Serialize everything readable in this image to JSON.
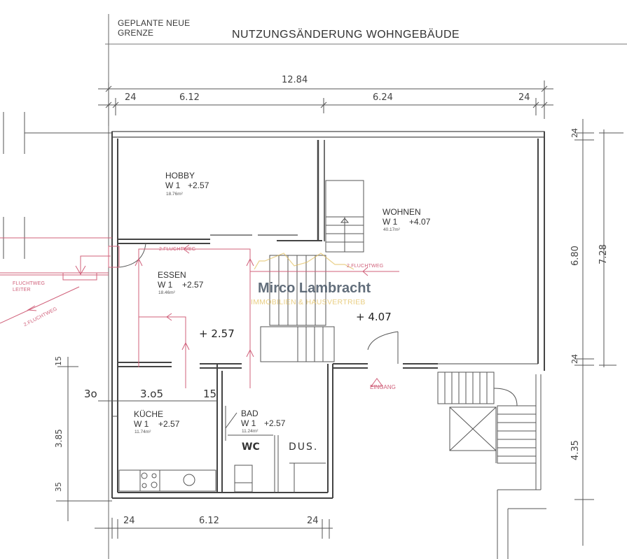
{
  "header": {
    "boundary_note_line1": "GEPLANTE NEUE",
    "boundary_note_line2": "GRENZE",
    "title": "NUTZUNGSÄNDERUNG WOHNGEBÄUDE"
  },
  "dimensions": {
    "top_total": "12.84",
    "top_segments": [
      "24",
      "6.12",
      "6.24",
      "24"
    ],
    "bottom_segments": [
      "24",
      "6.12",
      "24"
    ],
    "right_outer": "7.28",
    "right_inner": [
      "24",
      "6.80",
      "24"
    ],
    "right_lower": "4.35",
    "left_lower": [
      "15",
      "3.85",
      "35"
    ],
    "inner_horizontal": [
      "3o",
      "3.o5",
      "15"
    ]
  },
  "rooms": [
    {
      "name": "HOBBY",
      "unit": "W 1",
      "level": "+2.57",
      "area": "18.76m²"
    },
    {
      "name": "WOHNEN",
      "unit": "W 1",
      "level": "+4.07",
      "area": "40.17m²"
    },
    {
      "name": "ESSEN",
      "unit": "W 1",
      "level": "+2.57",
      "area": "18.46m²"
    },
    {
      "name": "KÜCHE",
      "unit": "W 1",
      "level": "+2.57",
      "area": "11.74m²"
    },
    {
      "name": "BAD",
      "unit": "W 1",
      "level": "+2.57",
      "area": "11.24m²"
    }
  ],
  "levels": {
    "essen_floor": "+ 2.57",
    "wohnen_floor": "+ 4.07"
  },
  "fixtures": {
    "wc": "WC",
    "shower": "DUS."
  },
  "escape_routes": {
    "ladder_label_line1": "FLUCHTWEG",
    "ladder_label_line2": "LEITER",
    "route_label_essen": "2.FLUCHTWEG",
    "route_label_stair": "2.FLUCHTWEG",
    "route_label_diagonal": "2.FLUCHTWEG",
    "entrance": "EINGANG",
    "color": "#d0607a"
  },
  "watermark": {
    "name": "Mirco Lambracht",
    "subtitle": "IMMOBILIEN & HAUSVERTRIEB",
    "name_color": "#465564",
    "accent_color": "#e1be5a"
  }
}
